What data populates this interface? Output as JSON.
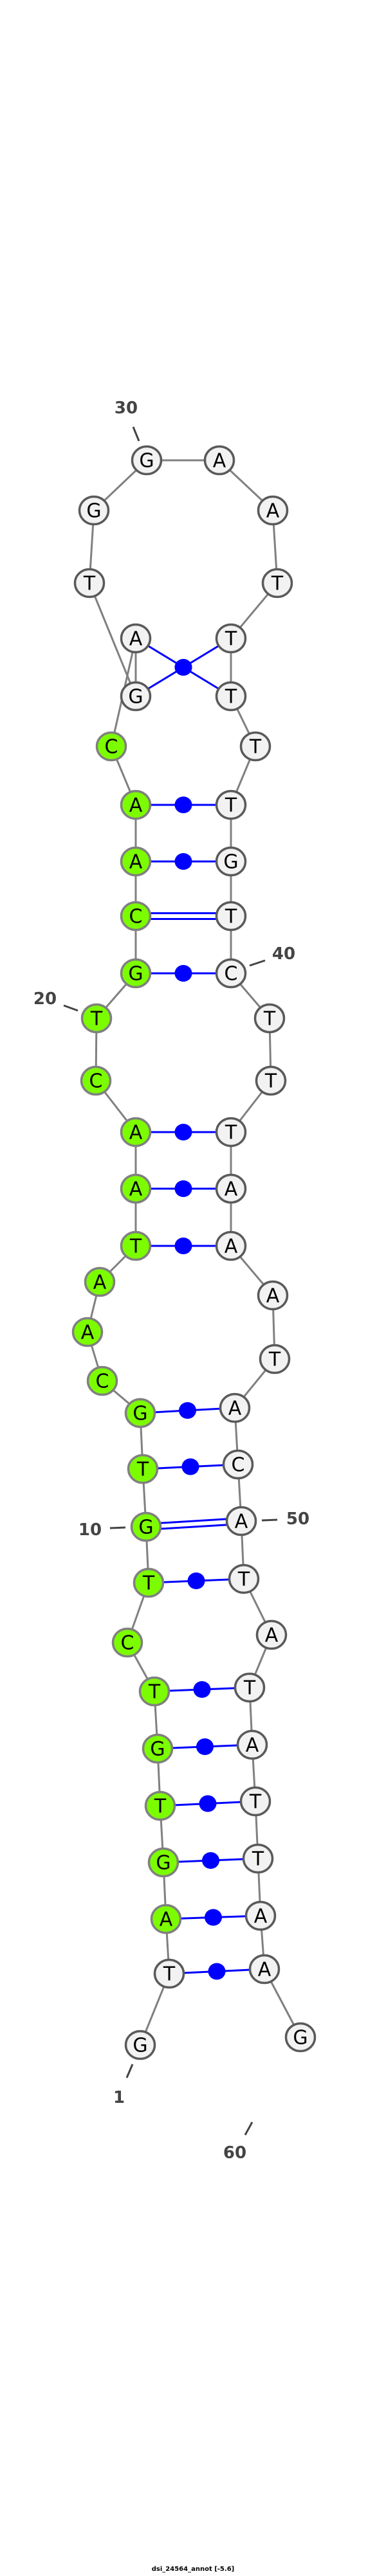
{
  "title": "dsi_24564_annot [-5.6]",
  "colors": {
    "highlight_fill": "#7cfc00",
    "highlight_stroke": "#808080",
    "default_fill": "#f2f2f2",
    "default_stroke": "#5a5a5a",
    "backbone": "#808080",
    "pair": "#0000ff",
    "label": "#444444"
  },
  "sequence": "GTAGTGTCTGTGCAATAACTGCAACAGTGGAATTTTTGTCTTTAAATACATATATTAAG",
  "highlighted_range": [
    3,
    25
  ],
  "pairs": [
    {
      "i": 2,
      "j": 58,
      "type": "wobble"
    },
    {
      "i": 3,
      "j": 57,
      "type": "wobble"
    },
    {
      "i": 4,
      "j": 56,
      "type": "wobble"
    },
    {
      "i": 5,
      "j": 55,
      "type": "wobble"
    },
    {
      "i": 6,
      "j": 54,
      "type": "wobble"
    },
    {
      "i": 7,
      "j": 53,
      "type": "wobble"
    },
    {
      "i": 9,
      "j": 51,
      "type": "wobble"
    },
    {
      "i": 10,
      "j": 50,
      "type": "gc"
    },
    {
      "i": 11,
      "j": 49,
      "type": "wobble"
    },
    {
      "i": 12,
      "j": 48,
      "type": "wobble"
    },
    {
      "i": 16,
      "j": 45,
      "type": "wobble"
    },
    {
      "i": 17,
      "j": 44,
      "type": "wobble"
    },
    {
      "i": 18,
      "j": 43,
      "type": "wobble"
    },
    {
      "i": 21,
      "j": 40,
      "type": "wobble"
    },
    {
      "i": 22,
      "j": 39,
      "type": "gc"
    },
    {
      "i": 23,
      "j": 38,
      "type": "wobble"
    },
    {
      "i": 24,
      "j": 37,
      "type": "wobble"
    },
    {
      "i": 26,
      "j": 35,
      "type": "wobble"
    },
    {
      "i": 27,
      "j": 34,
      "type": "wobble"
    }
  ],
  "position_labels": [
    "1",
    "10",
    "20",
    "30",
    "40",
    "50",
    "60"
  ]
}
